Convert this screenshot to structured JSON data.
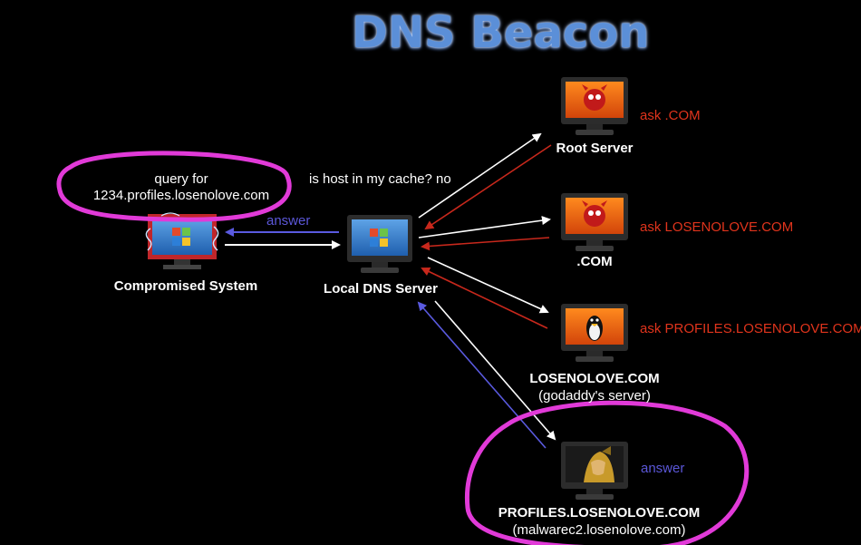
{
  "title": "DNS Beacon",
  "colors": {
    "request_arrow": "#ffffff",
    "response_arrow": "#c8281c",
    "answer_arrow": "#5a5ae0",
    "highlight_circle": "#e13ad8",
    "title": "#5b8fd8"
  },
  "nodes": {
    "compromised": {
      "label": "Compromised System",
      "icon": "windows-monitor-icon"
    },
    "local_dns": {
      "label": "Local DNS Server",
      "icon": "windows-monitor-icon"
    },
    "root": {
      "label": "Root Server",
      "icon": "bsd-daemon-monitor-icon"
    },
    "com": {
      "label": ".COM",
      "icon": "bsd-daemon-monitor-icon"
    },
    "losenolove": {
      "label": "LOSENOLOVE.COM",
      "sublabel": "(godaddy's server)",
      "icon": "linux-penguin-monitor-icon"
    },
    "profiles": {
      "label": "PROFILES.LOSENOLOVE.COM",
      "sublabel": "(malwarec2.losenolove.com)",
      "icon": "malware-monitor-icon"
    }
  },
  "annotations": {
    "query_line1": "query for",
    "query_line2": "1234.profiles.losenolove.com",
    "cache_check": "is host in my cache? no",
    "answer_local": "answer",
    "ask_com": "ask .COM",
    "ask_losenolove": "ask LOSENOLOVE.COM",
    "ask_profiles": "ask PROFILES.LOSENOLOVE.COM",
    "answer_profiles": "answer"
  }
}
